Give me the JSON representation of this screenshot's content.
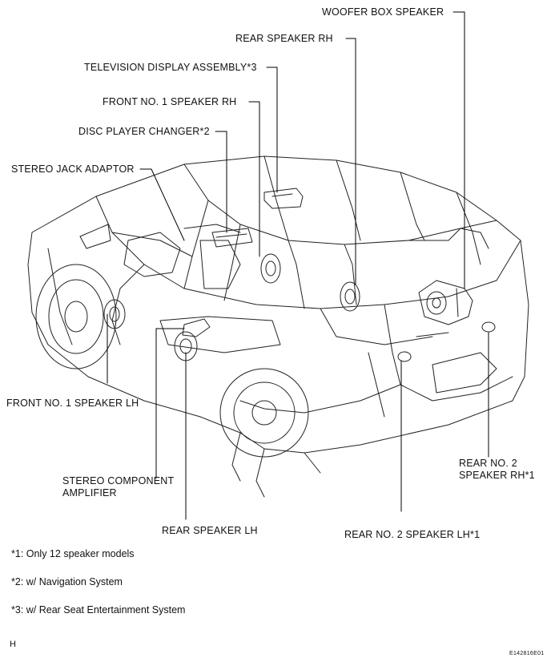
{
  "labels": {
    "woofer": "WOOFER BOX SPEAKER",
    "rear_rh": "REAR SPEAKER RH",
    "tv": "TELEVISION DISPLAY ASSEMBLY*3",
    "front_rh": "FRONT NO. 1 SPEAKER RH",
    "disc": "DISC PLAYER CHANGER*2",
    "jack": "STEREO JACK ADAPTOR",
    "front_lh": "FRONT  NO. 1 SPEAKER LH",
    "amp_1": "STEREO COMPONENT",
    "amp_2": "AMPLIFIER",
    "rear_lh": "REAR SPEAKER LH",
    "rear2_lh": "REAR NO. 2 SPEAKER LH*1",
    "rear2_rh_1": "REAR NO. 2",
    "rear2_rh_2": "SPEAKER RH*1"
  },
  "notes": [
    "*1: Only 12 speaker models",
    "*2: w/ Navigation System",
    "*3: w/ Rear Seat Entertainment System"
  ],
  "corner_mark": "H",
  "figure_code": "E142816E01"
}
